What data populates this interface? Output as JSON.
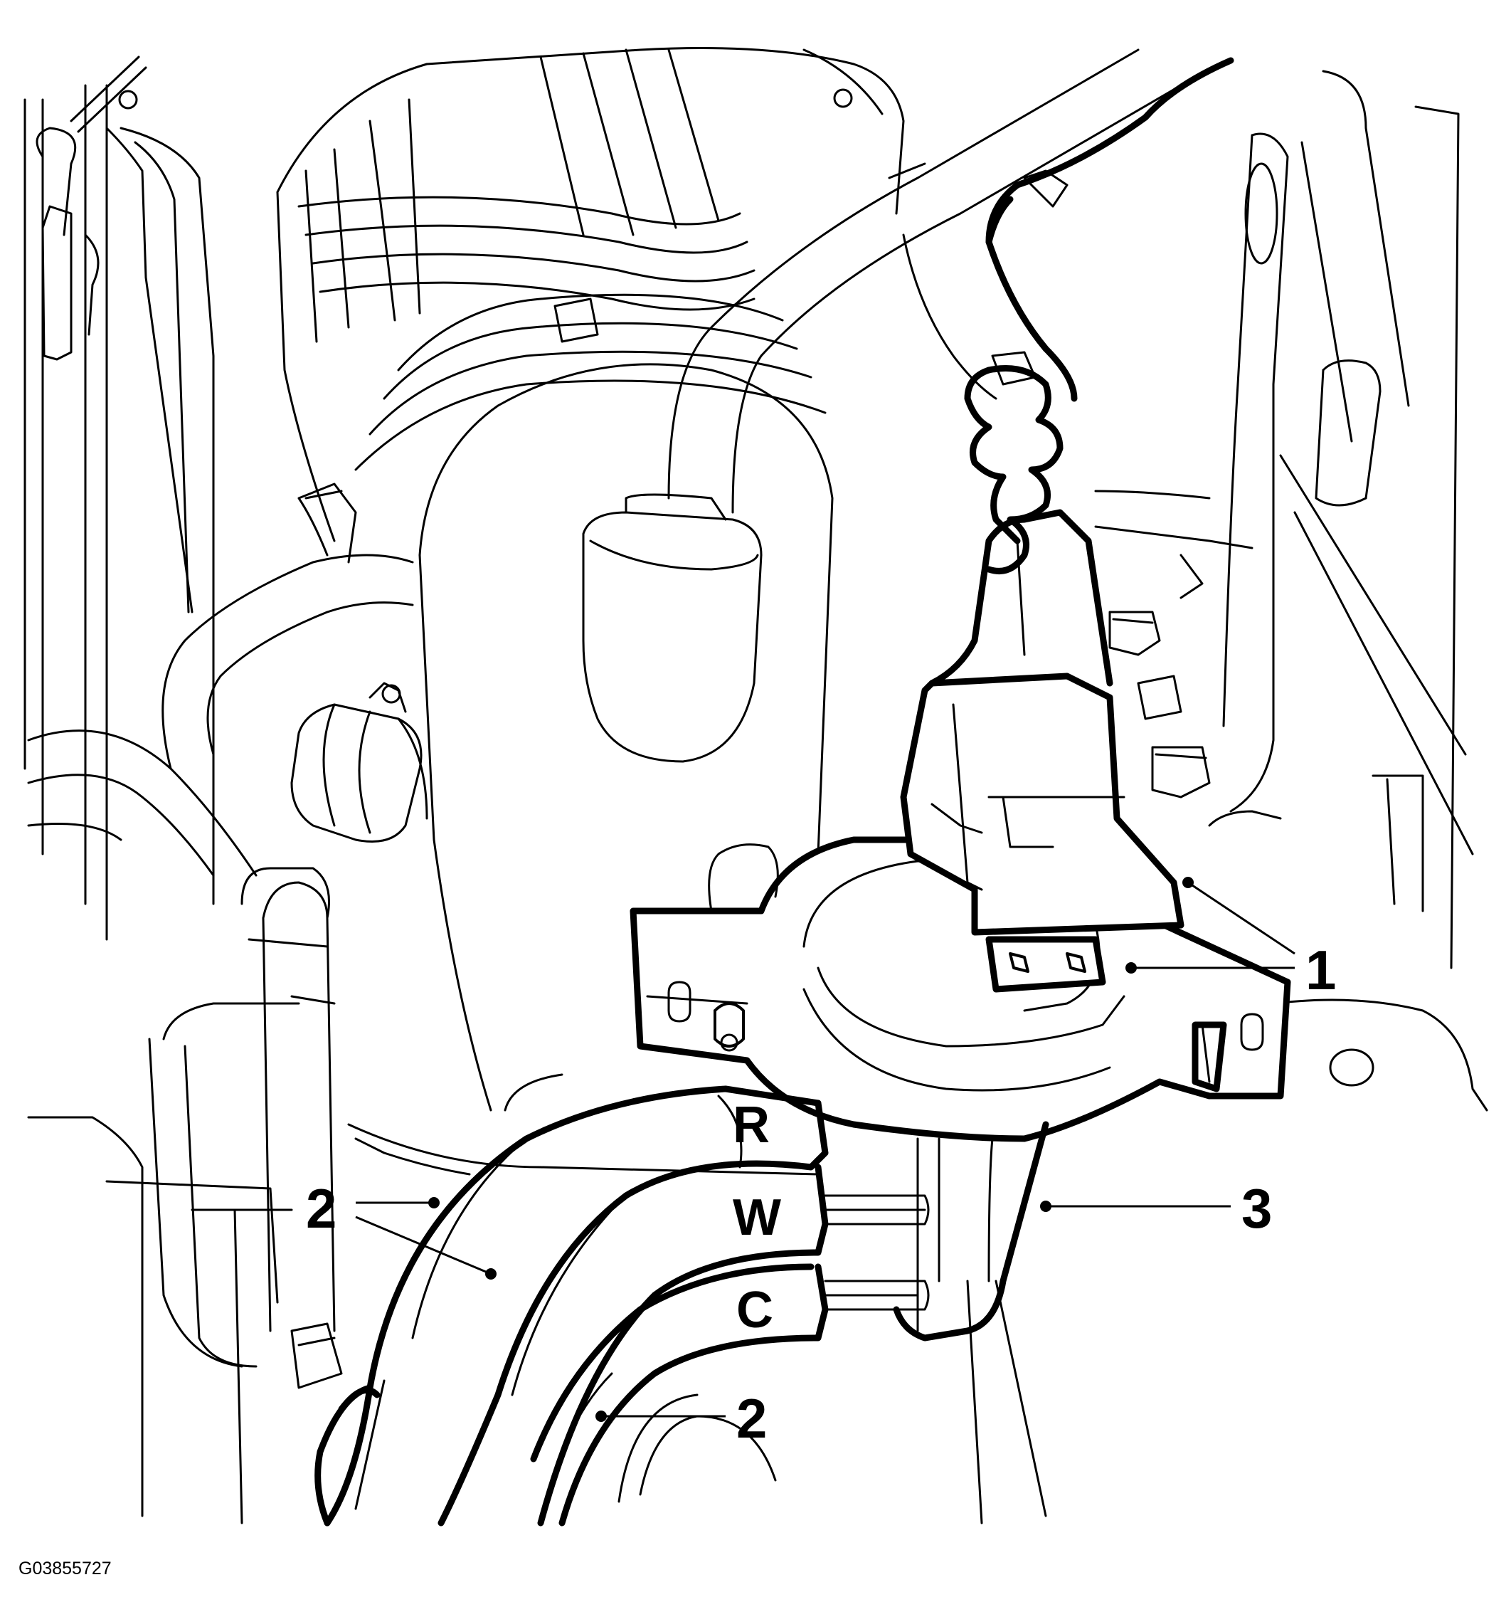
{
  "figure_id": "G03855727",
  "callouts": [
    "1",
    "2",
    "3",
    "2"
  ],
  "hose_labels": [
    "R",
    "W",
    "C"
  ],
  "colors": {
    "line": "#000000",
    "background": "#ffffff"
  }
}
